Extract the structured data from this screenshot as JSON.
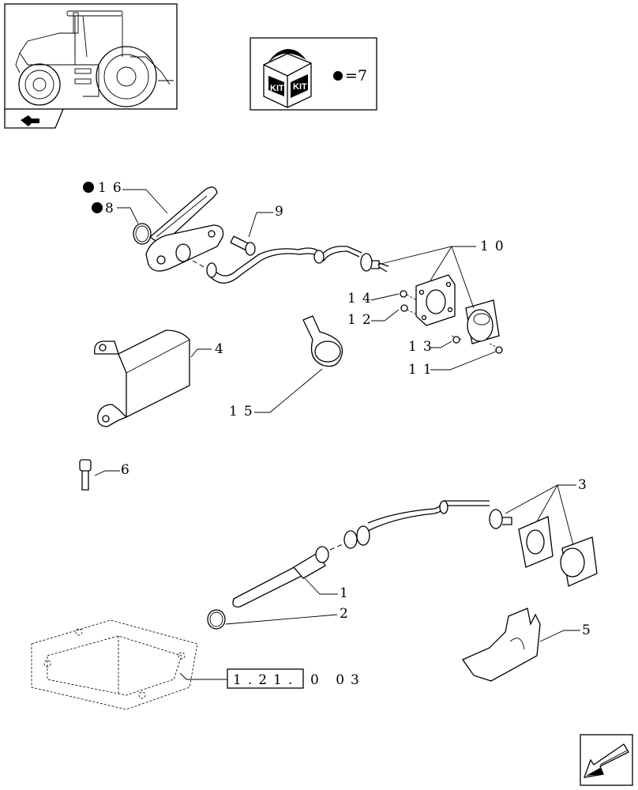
{
  "kit": {
    "badge_text_1": "KIT",
    "badge_text_2": "KIT",
    "equals_value": "7"
  },
  "callouts": [
    {
      "id": "1",
      "text": "1"
    },
    {
      "id": "2",
      "text": "2"
    },
    {
      "id": "3",
      "text": "3"
    },
    {
      "id": "4",
      "text": "4"
    },
    {
      "id": "5",
      "text": "5"
    },
    {
      "id": "6",
      "text": "6"
    },
    {
      "id": "8",
      "text": "8",
      "kit_part": true
    },
    {
      "id": "9",
      "text": "9"
    },
    {
      "id": "10",
      "text": "10"
    },
    {
      "id": "11",
      "text": "11"
    },
    {
      "id": "12",
      "text": "12"
    },
    {
      "id": "13",
      "text": "13"
    },
    {
      "id": "14",
      "text": "14"
    },
    {
      "id": "15",
      "text": "15"
    },
    {
      "id": "16",
      "text": "16",
      "kit_part": true
    }
  ],
  "reference": {
    "section": "1.21.",
    "suffix": "0  03"
  }
}
